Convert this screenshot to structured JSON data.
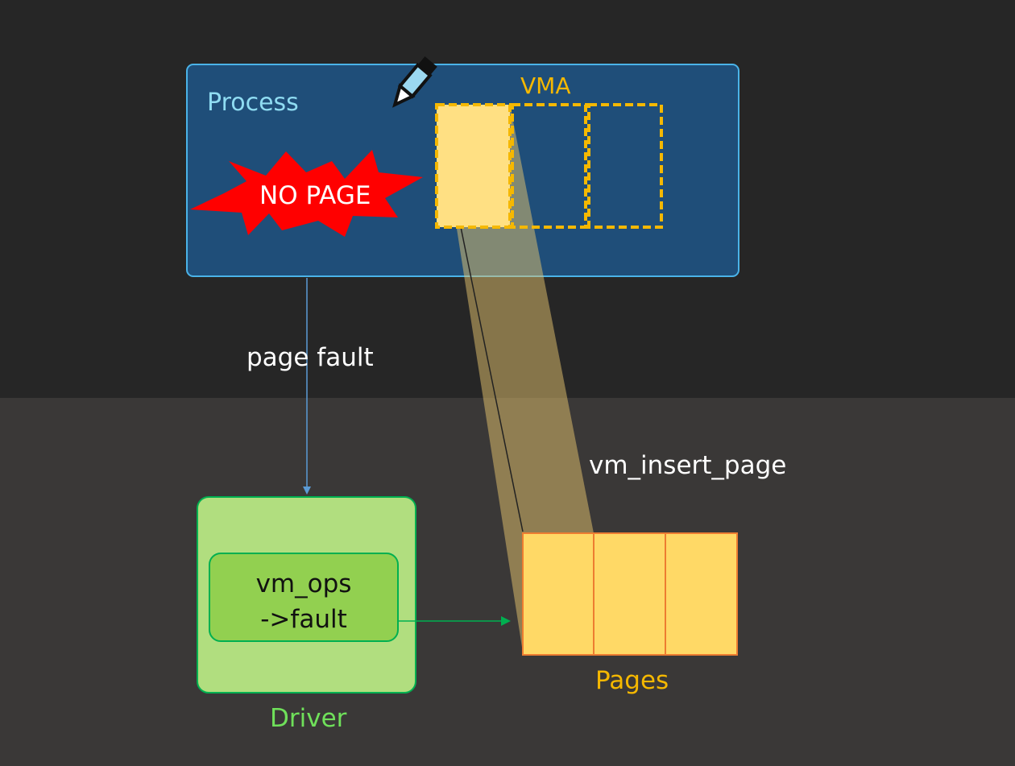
{
  "process": {
    "label": "Process"
  },
  "vma": {
    "label": "VMA"
  },
  "alert": {
    "label": "NO PAGE"
  },
  "edges": {
    "page_fault": "page fault",
    "insert": "vm_insert_page"
  },
  "driver": {
    "label": "Driver",
    "handler_line1": "vm_ops",
    "handler_line2": "->fault"
  },
  "pages": {
    "label": "Pages"
  },
  "colors": {
    "process_fill": "#1f4e79",
    "process_border": "#4ab3e8",
    "vma_dash": "#f5b800",
    "page_fill": "#ffd966",
    "page_border": "#ed7d31",
    "driver_fill": "#b1de7f",
    "handler_fill": "#92d050",
    "driver_border": "#00b050",
    "alert_fill": "#ff0000",
    "arrow_blue": "#5b9bd5",
    "arrow_green": "#00b050"
  },
  "icons": [
    "pencil-icon",
    "starburst-shape"
  ]
}
